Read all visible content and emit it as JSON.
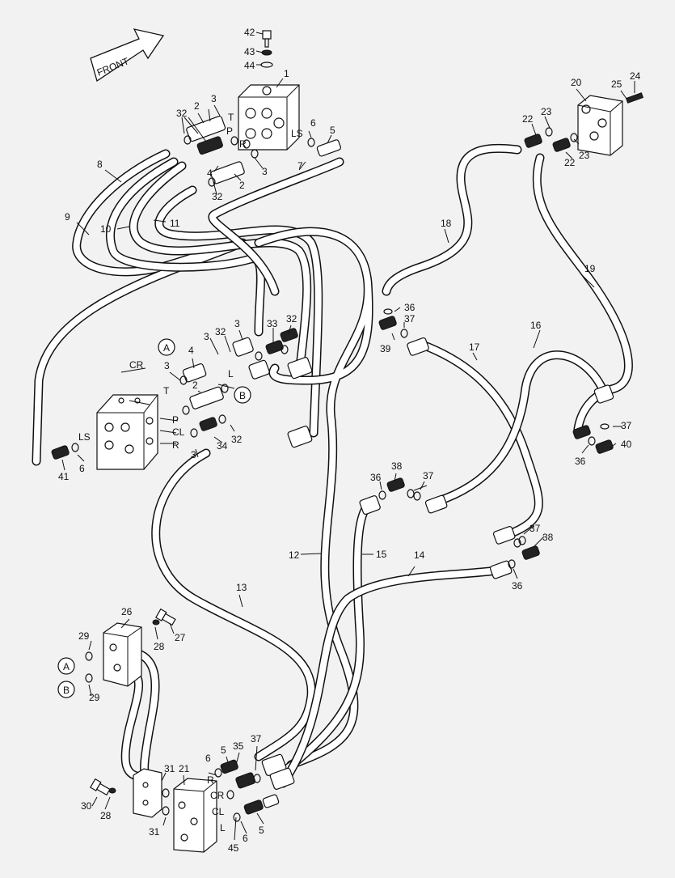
{
  "front_label": "FRONT",
  "circle_refs": [
    "A",
    "B"
  ],
  "port_labels": {
    "t_top": "T",
    "p_top": "P",
    "r_top": "R",
    "ls_top": "LS",
    "cr_valve": "CR",
    "t_valve": "T",
    "l_valve": "L",
    "p_valve": "P",
    "cl_valve": "CL",
    "r_valve": "R",
    "ls_left": "LS",
    "r_bottom": "R",
    "cr_bottom": "CR",
    "cl_bottom": "CL",
    "l_bottom": "L"
  },
  "callouts": [
    {
      "id": "c42",
      "text": "42"
    },
    {
      "id": "c43",
      "text": "43"
    },
    {
      "id": "c44",
      "text": "44"
    },
    {
      "id": "c1",
      "text": "1"
    },
    {
      "id": "c2a",
      "text": "2"
    },
    {
      "id": "c3a",
      "text": "3"
    },
    {
      "id": "c32a",
      "text": "32"
    },
    {
      "id": "c6a",
      "text": "6"
    },
    {
      "id": "c5a",
      "text": "5"
    },
    {
      "id": "c3b",
      "text": "3"
    },
    {
      "id": "c4a",
      "text": "4"
    },
    {
      "id": "c32b",
      "text": "32"
    },
    {
      "id": "c2b",
      "text": "2"
    },
    {
      "id": "c7",
      "text": "7"
    },
    {
      "id": "c8",
      "text": "8"
    },
    {
      "id": "c9",
      "text": "9"
    },
    {
      "id": "c10",
      "text": "10"
    },
    {
      "id": "c11",
      "text": "11"
    },
    {
      "id": "c20",
      "text": "20"
    },
    {
      "id": "c25",
      "text": "25"
    },
    {
      "id": "c24",
      "text": "24"
    },
    {
      "id": "c23a",
      "text": "23"
    },
    {
      "id": "c22a",
      "text": "22"
    },
    {
      "id": "c23b",
      "text": "23"
    },
    {
      "id": "c22b",
      "text": "22"
    },
    {
      "id": "c18",
      "text": "18"
    },
    {
      "id": "c19",
      "text": "19"
    },
    {
      "id": "c36a",
      "text": "36"
    },
    {
      "id": "c37a",
      "text": "37"
    },
    {
      "id": "c39",
      "text": "39"
    },
    {
      "id": "c17",
      "text": "17"
    },
    {
      "id": "c16",
      "text": "16"
    },
    {
      "id": "c37b",
      "text": "37"
    },
    {
      "id": "c40",
      "text": "40"
    },
    {
      "id": "c36b",
      "text": "36"
    },
    {
      "id": "c3c",
      "text": "3"
    },
    {
      "id": "c33",
      "text": "33"
    },
    {
      "id": "c32c",
      "text": "32"
    },
    {
      "id": "c3d",
      "text": "3"
    },
    {
      "id": "c32d",
      "text": "32"
    },
    {
      "id": "c4b",
      "text": "4"
    },
    {
      "id": "c3e",
      "text": "3"
    },
    {
      "id": "c2c",
      "text": "2"
    },
    {
      "id": "c32e",
      "text": "32"
    },
    {
      "id": "c34",
      "text": "34"
    },
    {
      "id": "c3f",
      "text": "3"
    },
    {
      "id": "c6b",
      "text": "6"
    },
    {
      "id": "c41",
      "text": "41"
    },
    {
      "id": "c36c",
      "text": "36"
    },
    {
      "id": "c38a",
      "text": "38"
    },
    {
      "id": "c37c",
      "text": "37"
    },
    {
      "id": "c37d",
      "text": "37"
    },
    {
      "id": "c38b",
      "text": "38"
    },
    {
      "id": "c36d",
      "text": "36"
    },
    {
      "id": "c12",
      "text": "12"
    },
    {
      "id": "c15",
      "text": "15"
    },
    {
      "id": "c14",
      "text": "14"
    },
    {
      "id": "c13",
      "text": "13"
    },
    {
      "id": "c26",
      "text": "26"
    },
    {
      "id": "c29a",
      "text": "29"
    },
    {
      "id": "c28a",
      "text": "28"
    },
    {
      "id": "c27",
      "text": "27"
    },
    {
      "id": "c29b",
      "text": "29"
    },
    {
      "id": "c30",
      "text": "30"
    },
    {
      "id": "c28b",
      "text": "28"
    },
    {
      "id": "c31a",
      "text": "31"
    },
    {
      "id": "c21",
      "text": "21"
    },
    {
      "id": "c31b",
      "text": "31"
    },
    {
      "id": "c6c",
      "text": "6"
    },
    {
      "id": "c5b",
      "text": "5"
    },
    {
      "id": "c35",
      "text": "35"
    },
    {
      "id": "c37e",
      "text": "37"
    },
    {
      "id": "c45",
      "text": "45"
    },
    {
      "id": "c6d",
      "text": "6"
    },
    {
      "id": "c5c",
      "text": "5"
    }
  ]
}
